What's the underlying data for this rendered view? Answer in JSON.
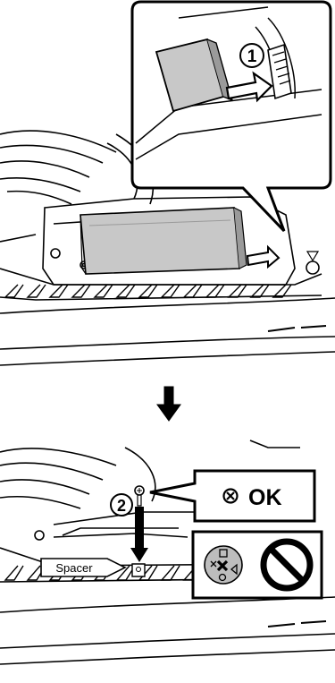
{
  "panel_top": {
    "step_marker": "1"
  },
  "panel_bottom": {
    "step_marker": "2",
    "spacer_label": "Spacer",
    "ok_label": "OK",
    "ok_symbol": "cross-in-circle-icon",
    "ng_symbols": [
      "playstation-symbols-icon",
      "prohibited-icon"
    ]
  },
  "transition_arrow": "down-arrow-icon",
  "colors": {
    "line": "#000000",
    "ssd_fill": "#c8c8c8",
    "ssd_edge": "#9a9a9a",
    "background": "#ffffff"
  }
}
